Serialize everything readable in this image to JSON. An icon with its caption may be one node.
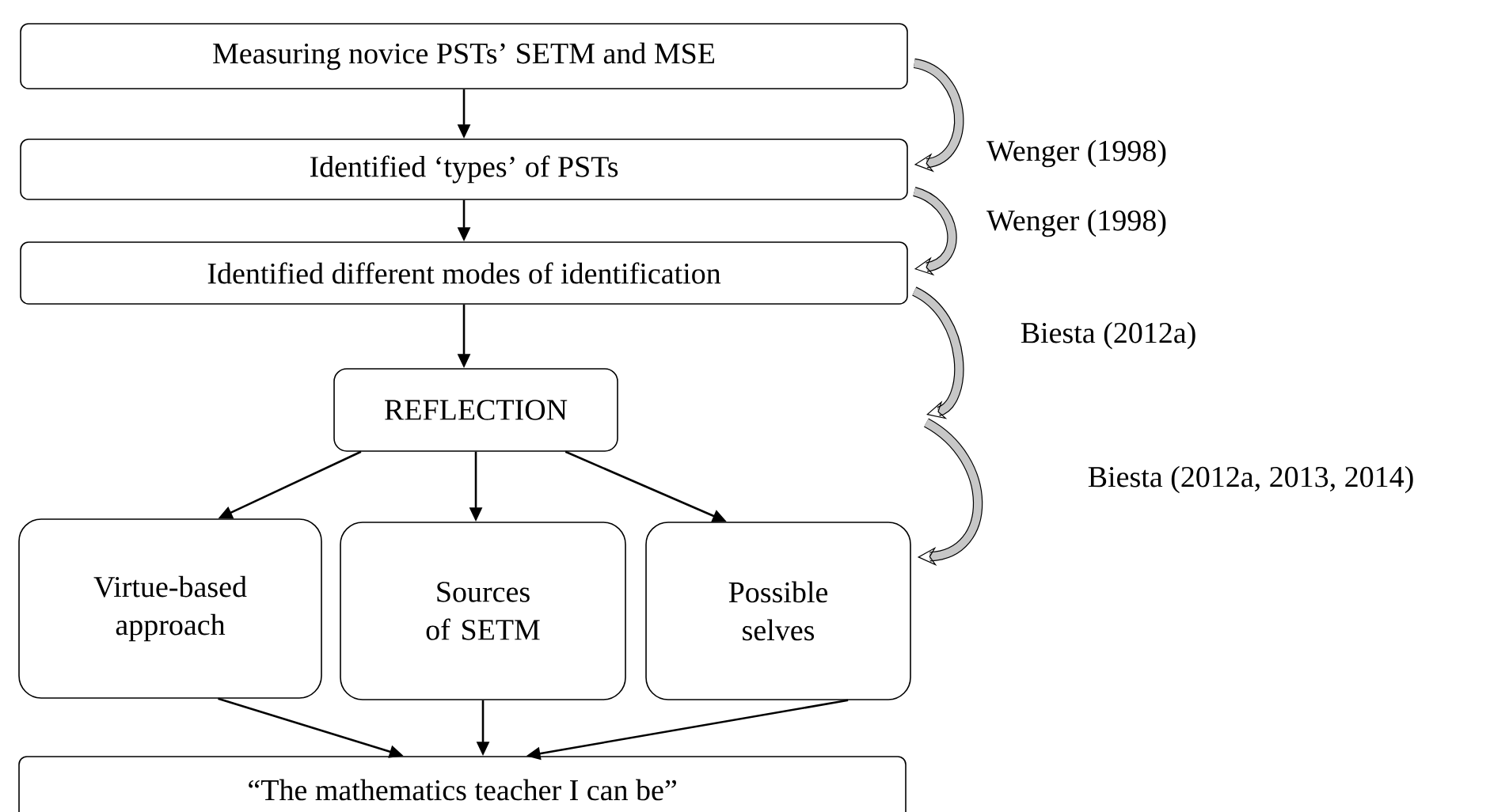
{
  "diagram": {
    "nodes": [
      {
        "text": [
          "Measuring novice PSTs’ SETM and MSE"
        ]
      },
      {
        "text": [
          "Identified ‘types’ of PSTs"
        ]
      },
      {
        "text": [
          "Identified different modes of identification"
        ]
      },
      {
        "text": [
          "REFLECTION"
        ]
      },
      {
        "text": [
          "Virtue-based approach"
        ]
      },
      {
        "text": [
          "Sources of SETM"
        ]
      },
      {
        "text": [
          "Possible selves"
        ]
      },
      {
        "text": [
          "“The mathematics teacher I can be”"
        ]
      }
    ],
    "edges": [
      {
        "from": 0,
        "to": 1,
        "arrow": "to"
      },
      {
        "from": 1,
        "to": 2,
        "arrow": "to"
      },
      {
        "from": 2,
        "to": 3,
        "arrow": "to"
      },
      {
        "from": 3,
        "to": 4,
        "arrow": "to"
      },
      {
        "from": 3,
        "to": 5,
        "arrow": "to"
      },
      {
        "from": 3,
        "to": 6,
        "arrow": "to"
      },
      {
        "from": 4,
        "to": 7,
        "arrow": "to"
      },
      {
        "from": 5,
        "to": 7,
        "arrow": "to"
      },
      {
        "from": 6,
        "to": 7,
        "arrow": "to"
      },
      {
        "from": 0,
        "to": 1,
        "arrow": "to",
        "style": "thick"
      },
      {
        "from": 1,
        "to": 2,
        "arrow": "to",
        "style": "thick"
      },
      {
        "from": 2,
        "to": null,
        "arrow": "to",
        "style": "thick"
      },
      {
        "from": null,
        "to": 6,
        "arrow": "to",
        "style": "thick"
      }
    ],
    "labels": [
      "Wenger (1998)",
      "Wenger (1998)",
      "Biesta (2012a)",
      "Biesta (2012a, 2013, 2014)"
    ]
  }
}
